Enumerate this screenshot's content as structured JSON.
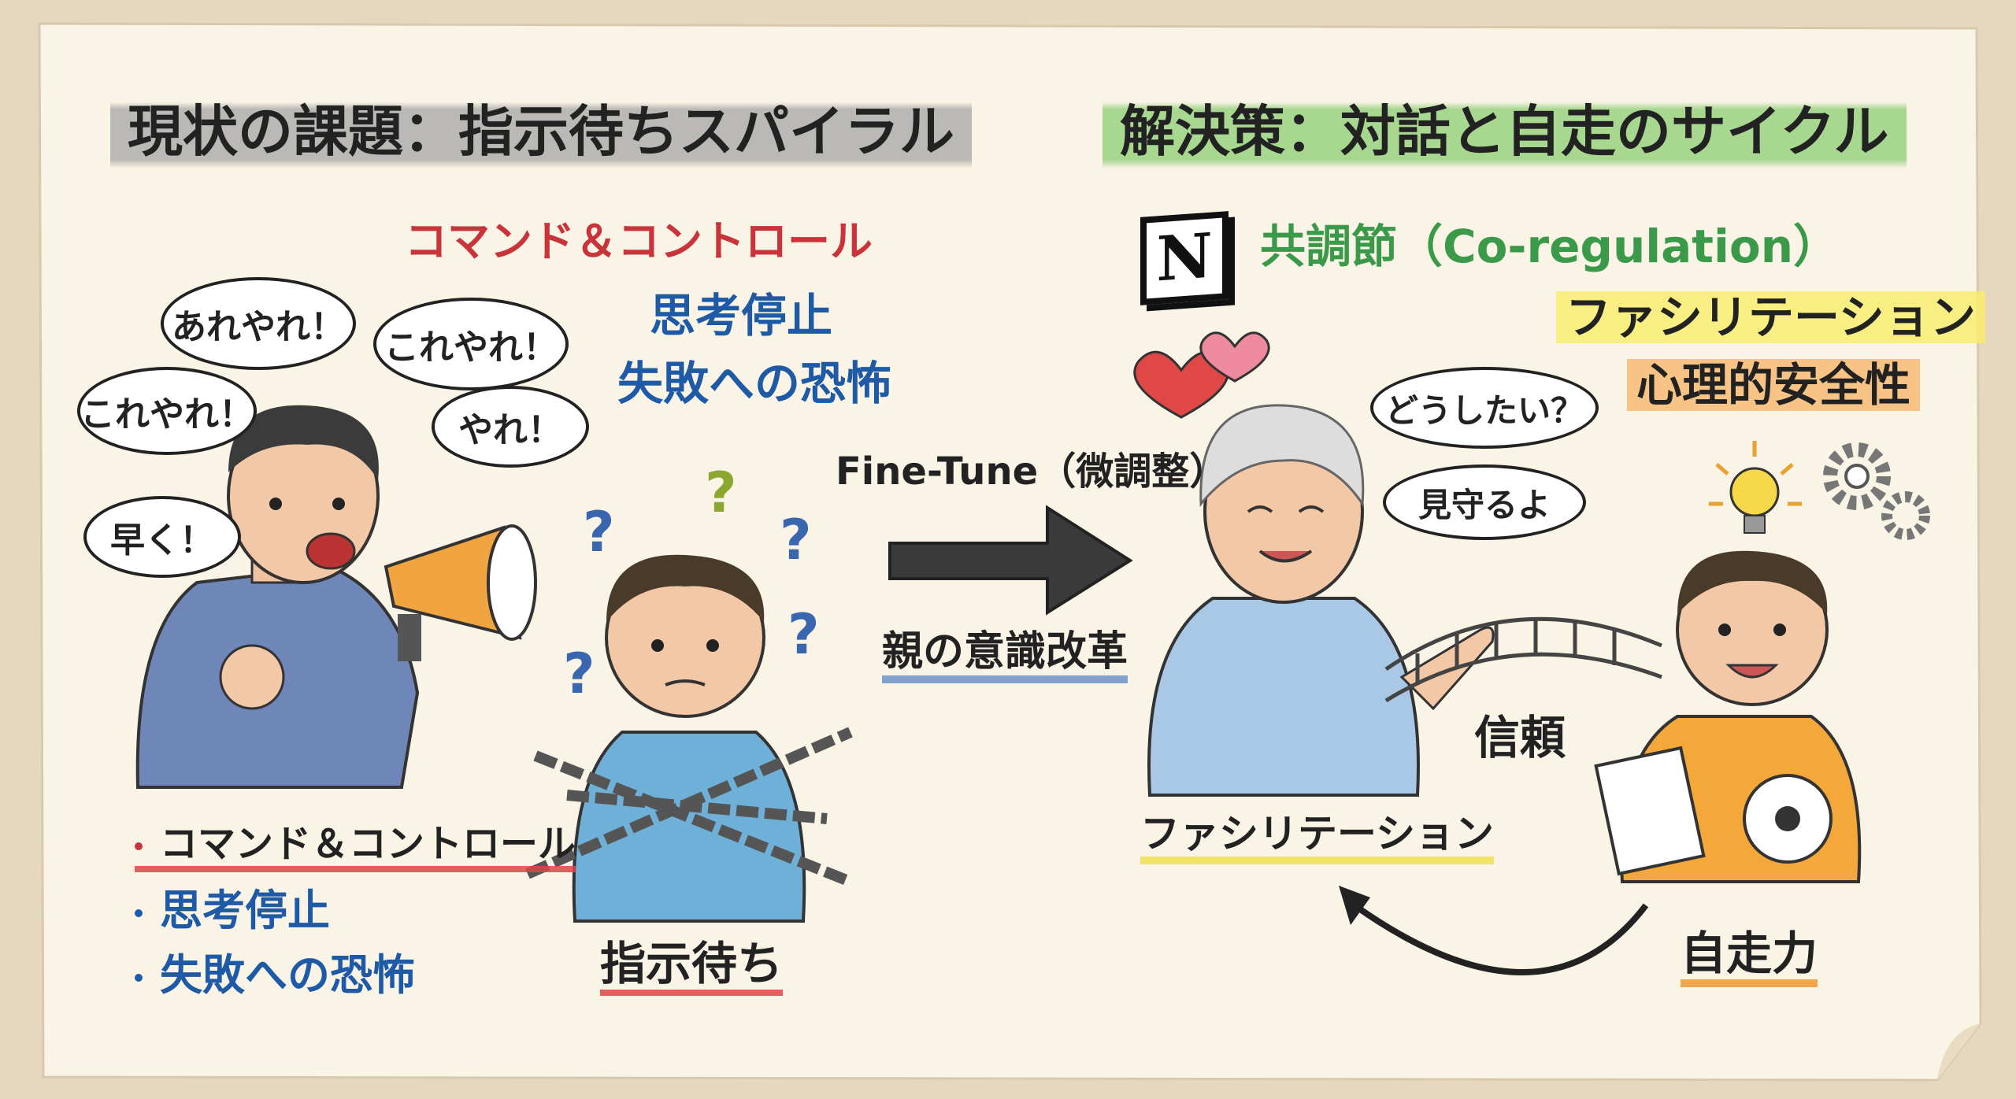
{
  "left_panel": {
    "title": "現状の課題：指示待ちスパイラル",
    "labels": [
      "コマンド＆コントロール",
      "思考停止",
      "失敗への恐怖"
    ],
    "bubbles": [
      "あれやれ！",
      "これやれ！",
      "これやれ！",
      "やれ！",
      "早く！"
    ],
    "bullets": [
      "コマンド＆コントロール",
      "思考停止",
      "失敗への恐怖"
    ],
    "child_label": "指示待ち"
  },
  "transition": {
    "top_label": "Fine-Tune（微調整）",
    "bottom_label": "親の意識改革"
  },
  "right_panel": {
    "title": "解決策：対話と自走のサイクル",
    "logo_letter": "N",
    "coregulation": "共調節（Co-regulation）",
    "tags": [
      "ファシリテーション",
      "心理的安全性"
    ],
    "bubbles": [
      "どうしたい？",
      "見守るよ"
    ],
    "trust_label": "信頼",
    "facilitation_label": "ファシリテーション",
    "autonomy_label": "自走力"
  },
  "colors": {
    "red": "#c9343a",
    "blue": "#1f5aa6",
    "green": "#3a9a4a",
    "paper": "#faf4e6"
  }
}
